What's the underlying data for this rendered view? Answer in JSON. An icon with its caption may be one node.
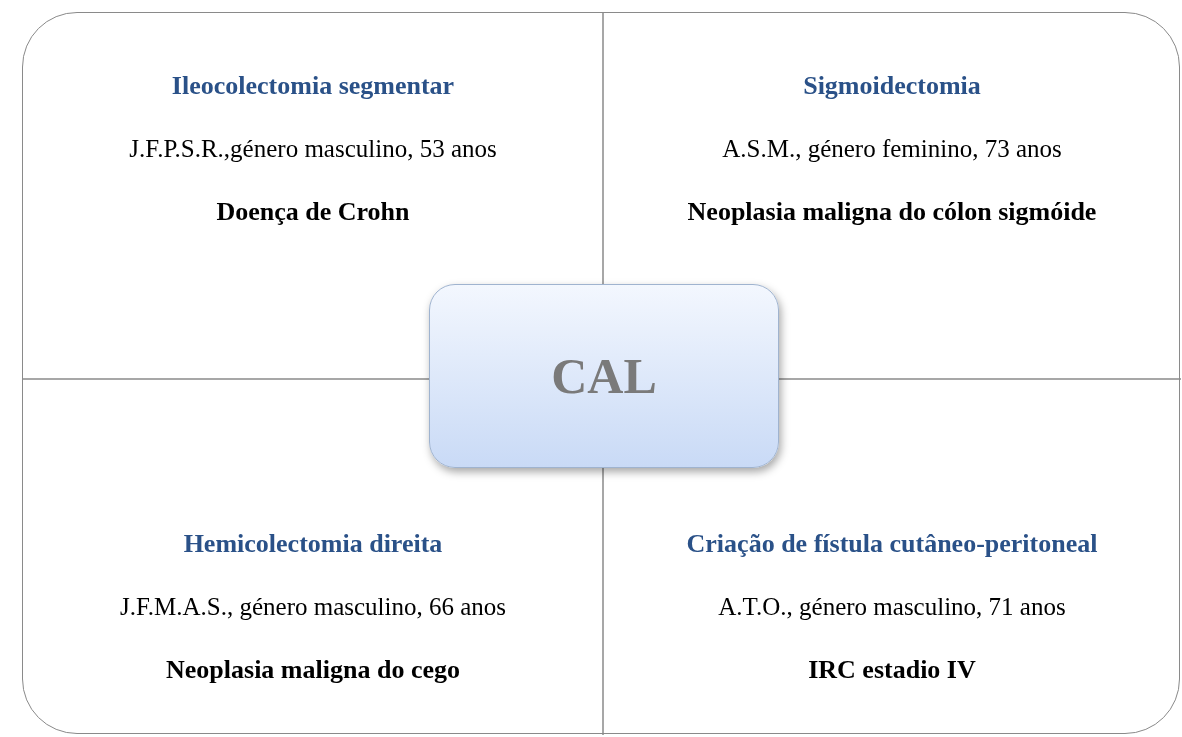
{
  "diagram": {
    "nodes": [
      {
        "text": [],
        "shape": "box"
      },
      {
        "text": [
          "Ileocolectomia segmentar",
          "J.F.P.S.R.,género masculino, 53 anos",
          "Doença de Crohn"
        ],
        "in": 0
      },
      {
        "text": [
          "Sigmoidectomia",
          "A.S.M., género feminino, 73 anos",
          "Neoplasia maligna do cólon sigmóide"
        ],
        "in": 0
      },
      {
        "text": [
          "CAL"
        ],
        "in": 0
      },
      {
        "text": [
          "Hemicolectomia direita",
          "J.F.M.A.S., género masculino, 66 anos",
          "Neoplasia maligna do cego"
        ],
        "in": 0
      },
      {
        "text": [
          "Criação de fístula cutâneo-peritoneal",
          "A.T.O., género masculino, 71 anos",
          "IRC estadio IV"
        ],
        "in": 0
      }
    ],
    "edges": []
  }
}
